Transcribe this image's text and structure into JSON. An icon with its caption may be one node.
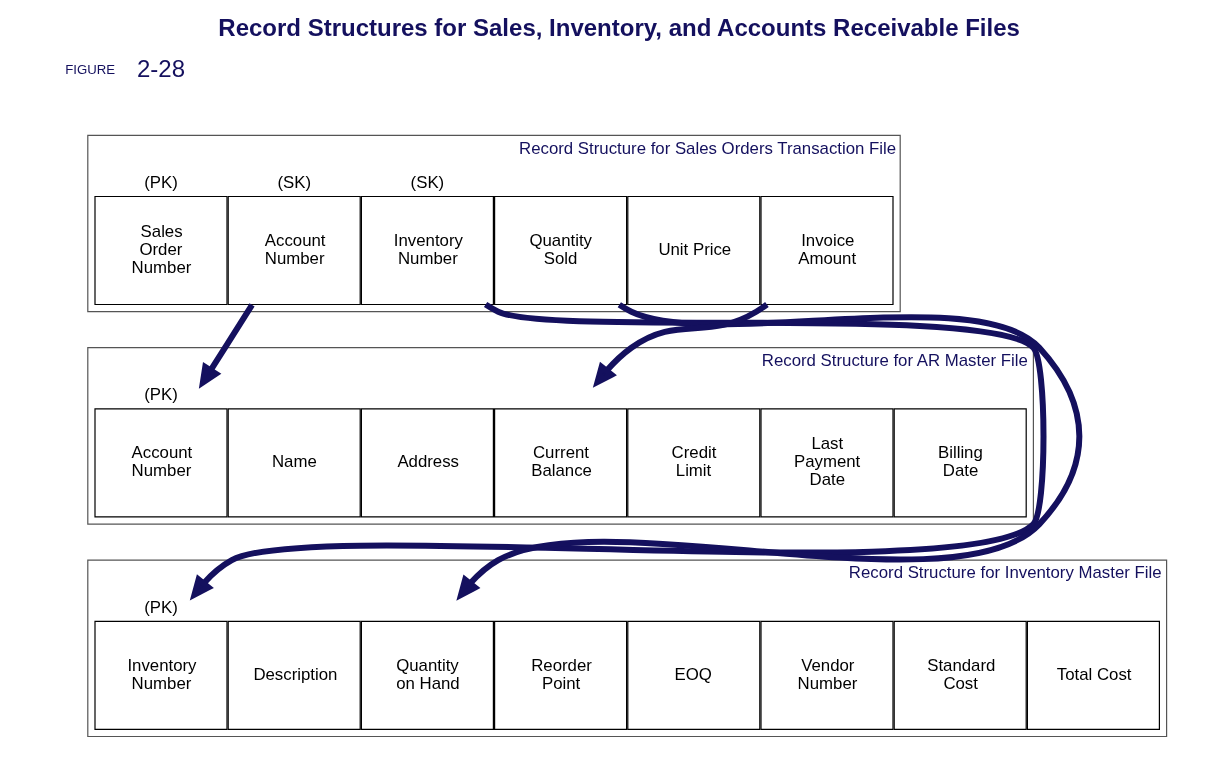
{
  "diagram": {
    "title": "Record Structures for Sales, Inventory, and Accounts Receivable Files",
    "nodes": [
      {
        "text": [
          "Record Structure for Sales Orders Transaction File"
        ]
      },
      {
        "text": [
          "Sales Order Number"
        ],
        "beside": [
          "(PK)"
        ],
        "in": 0
      },
      {
        "text": [
          "Account Number"
        ],
        "beside": [
          "(SK)"
        ],
        "in": 0
      },
      {
        "text": [
          "Inventory Number"
        ],
        "beside": [
          "(SK)"
        ],
        "in": 0
      },
      {
        "text": [
          "Quantity Sold"
        ],
        "in": 0
      },
      {
        "text": [
          "Unit Price"
        ],
        "in": 0
      },
      {
        "text": [
          "Invoice Amount"
        ],
        "in": 0
      },
      {
        "text": [
          "Record Structure for AR Master File"
        ]
      },
      {
        "text": [
          "Account Number"
        ],
        "beside": [
          "(PK)"
        ],
        "in": 7
      },
      {
        "text": [
          "Name"
        ],
        "in": 7
      },
      {
        "text": [
          "Address"
        ],
        "in": 7
      },
      {
        "text": [
          "Current Balance"
        ],
        "in": 7
      },
      {
        "text": [
          "Credit Limit"
        ],
        "in": 7
      },
      {
        "text": [
          "Last Payment Date"
        ],
        "in": 7
      },
      {
        "text": [
          "Billing Date"
        ],
        "in": 7
      },
      {
        "text": [
          "Record Structure for Inventory Master File"
        ]
      },
      {
        "text": [
          "Inventory Number"
        ],
        "beside": [
          "(PK)"
        ],
        "in": 15
      },
      {
        "text": [
          "Description"
        ],
        "in": 15
      },
      {
        "text": [
          "Quantity on Hand"
        ],
        "in": 15
      },
      {
        "text": [
          "Reorder Point"
        ],
        "in": 15
      },
      {
        "text": [
          "EOQ"
        ],
        "in": 15
      },
      {
        "text": [
          "Vendor Number"
        ],
        "in": 15
      },
      {
        "text": [
          "Standard Cost"
        ],
        "in": 15
      },
      {
        "text": [
          "Total Cost"
        ],
        "in": 15
      }
    ],
    "edges": [
      {
        "from": 2,
        "to": 8,
        "arrow": "to"
      },
      {
        "from": 3,
        "to": 16,
        "arrow": "to"
      },
      {
        "from": 4,
        "to": 18,
        "arrow": "to"
      },
      {
        "from": 6,
        "to": 11,
        "arrow": "to"
      }
    ],
    "labels": [
      "FIGURE",
      "2-28"
    ]
  }
}
